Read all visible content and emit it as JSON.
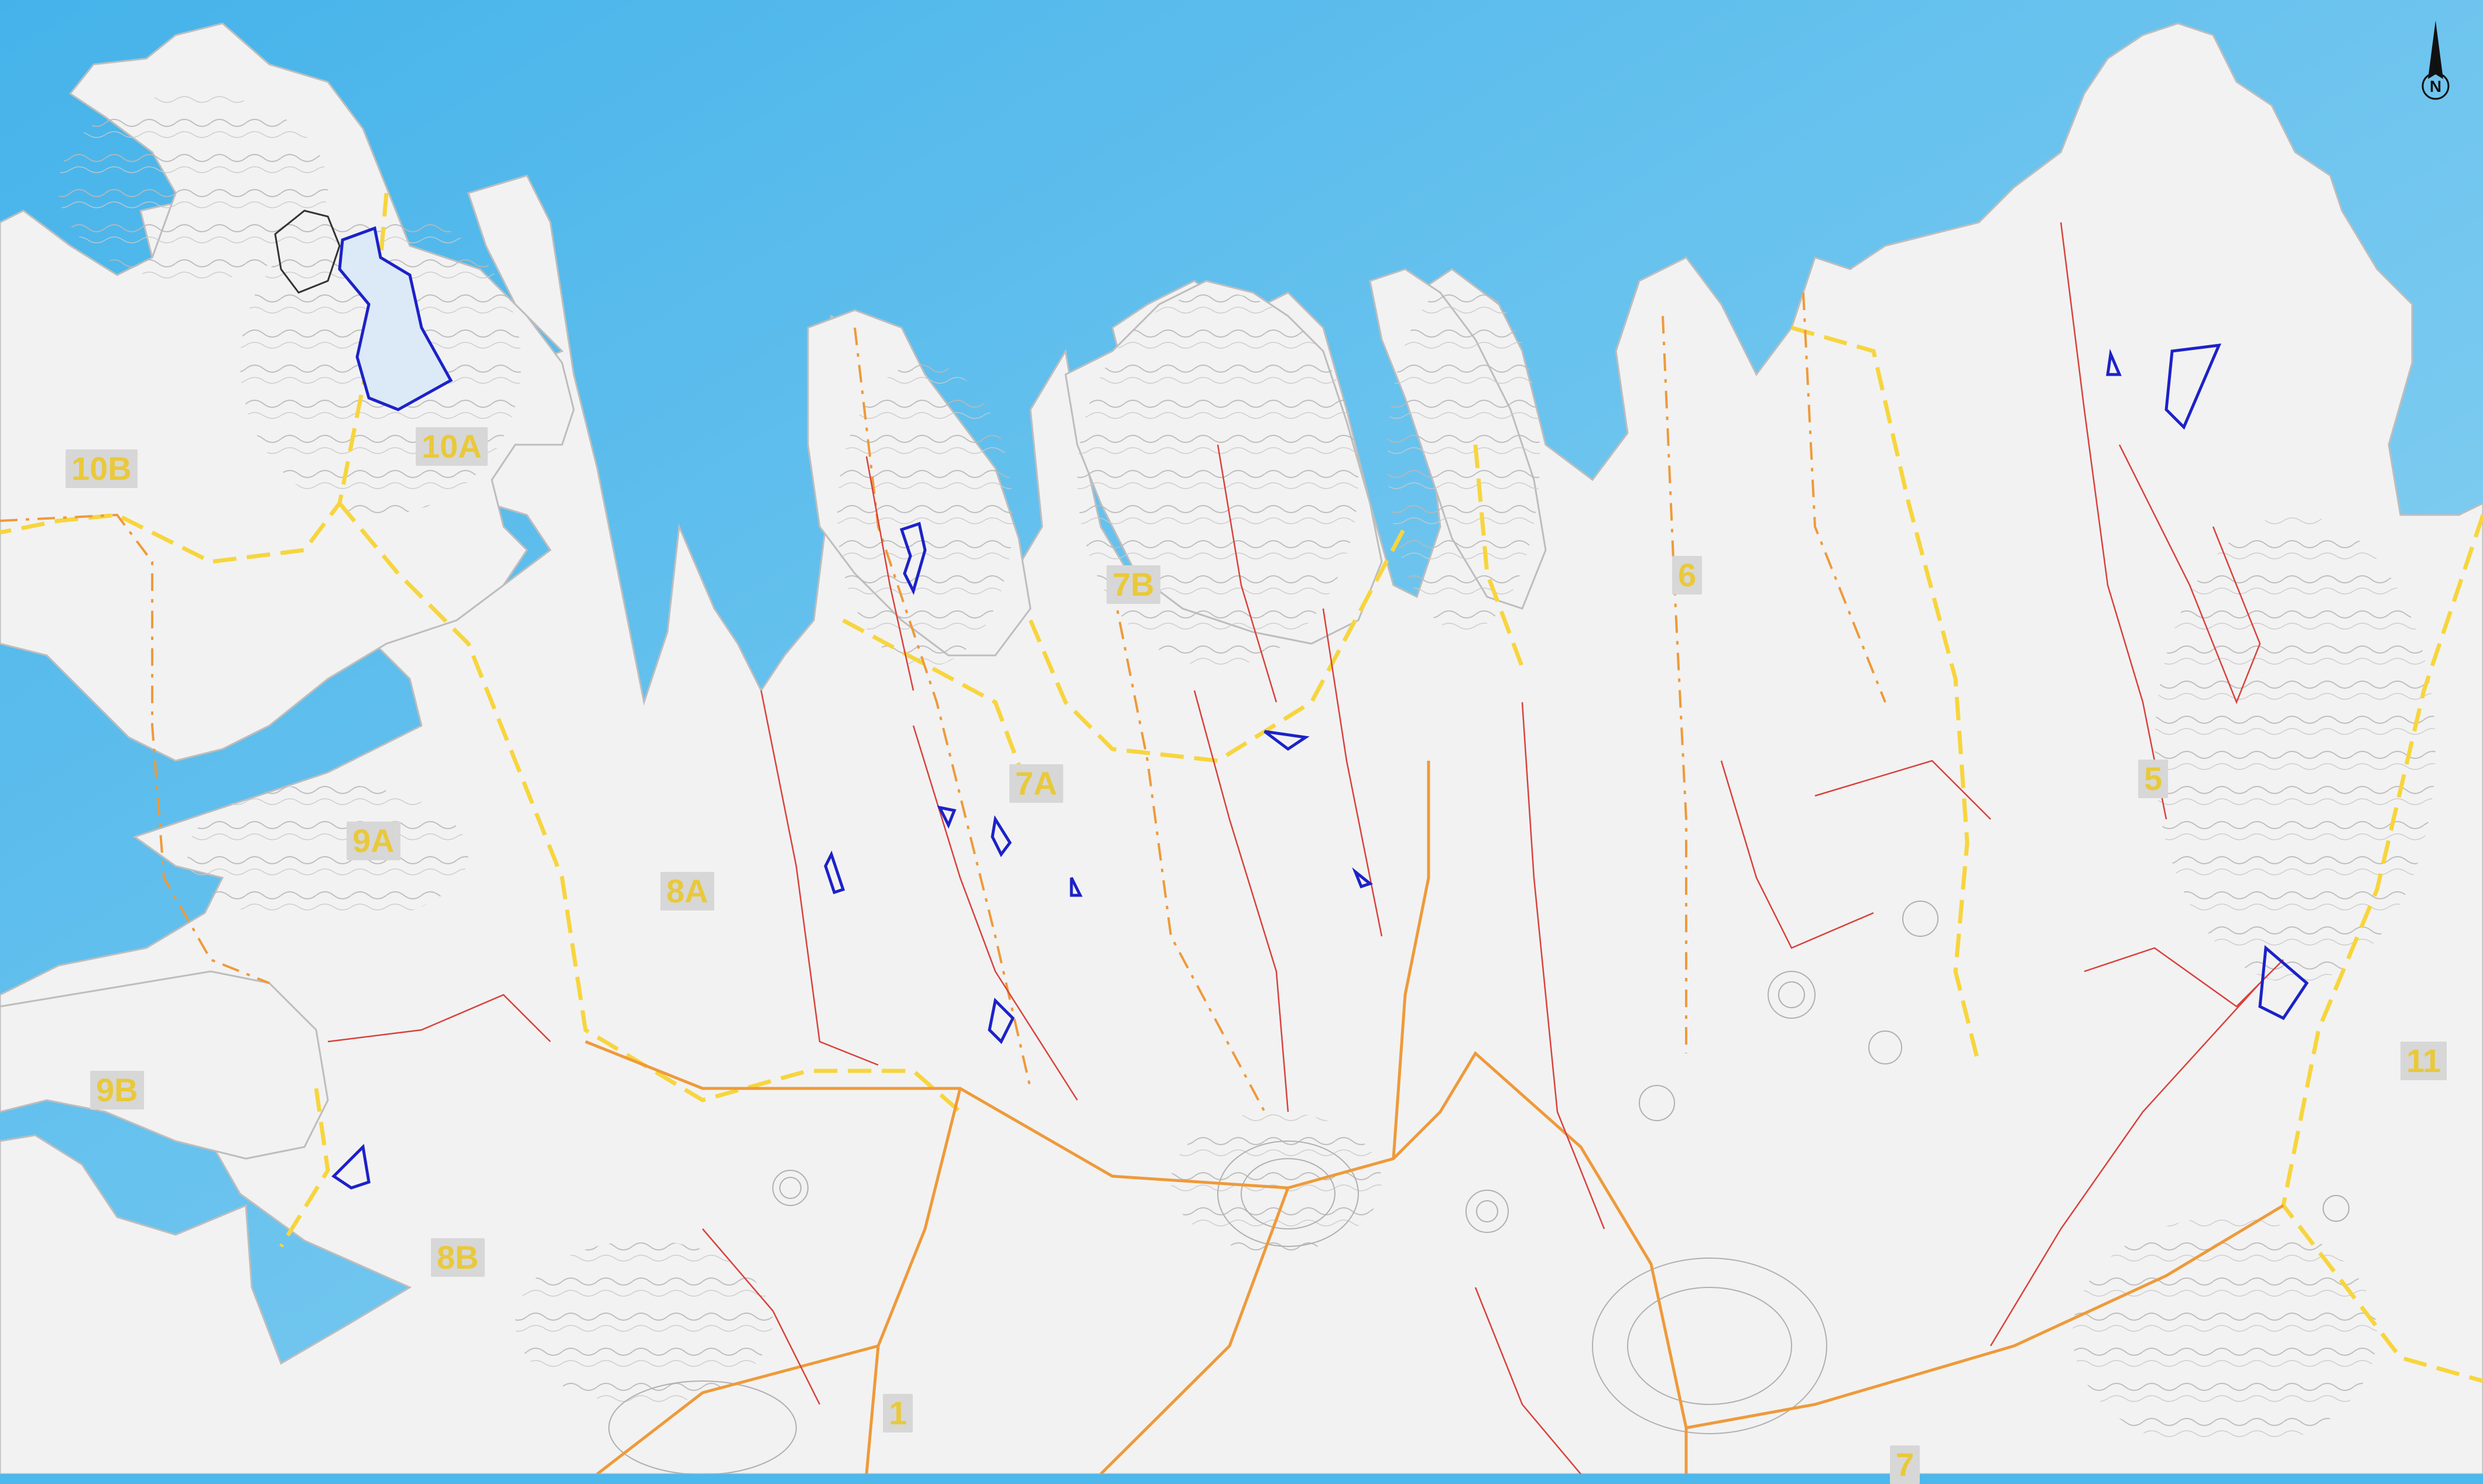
{
  "map": {
    "colors": {
      "sea_top": "#49b6ec",
      "sea_bottom": "#8fd3f2",
      "land": "#f1f1f1",
      "contour": "#9a9a9a",
      "zone_border_yellow": "#f7d53e",
      "route_orange": "#ee9a3a",
      "track_red": "#d9413c",
      "protected_area_blue": "#1c22c7",
      "protected_area_fill": "#dce9f6",
      "label_text": "#e9c93a",
      "label_bg": "#d7d7d7"
    },
    "zone_labels": [
      "10B",
      "10A",
      "9A",
      "9B",
      "8A",
      "8B",
      "7A",
      "7B",
      "6",
      "5",
      "1",
      "7",
      "11"
    ],
    "north_arrow": {
      "icon": "north-arrow-icon",
      "letter": "N"
    }
  }
}
